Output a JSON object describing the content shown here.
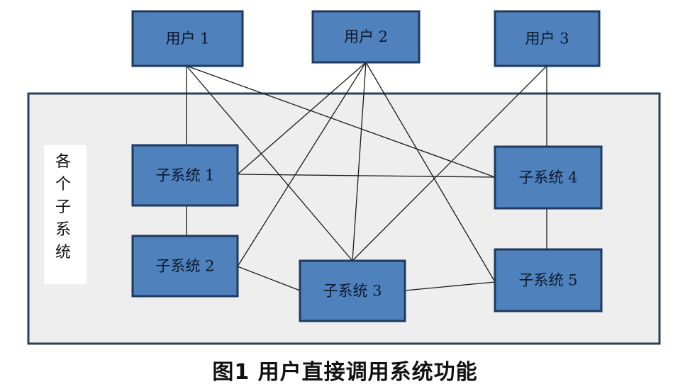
{
  "users": [
    {
      "id": "u1",
      "label": "用户 1"
    },
    {
      "id": "u2",
      "label": "用户 2"
    },
    {
      "id": "u3",
      "label": "用户 3"
    }
  ],
  "subsystems": [
    {
      "id": "s1",
      "label": "子系统 1"
    },
    {
      "id": "s2",
      "label": "子系统 2"
    },
    {
      "id": "s3",
      "label": "子系统 3"
    },
    {
      "id": "s4",
      "label": "子系统 4"
    },
    {
      "id": "s5",
      "label": "子系统 5"
    }
  ],
  "side_label": [
    "各",
    "个",
    "子",
    "系",
    "统"
  ],
  "edges": [
    [
      "u1",
      "s1"
    ],
    [
      "u1",
      "s3"
    ],
    [
      "u1",
      "s4"
    ],
    [
      "u2",
      "s1"
    ],
    [
      "u2",
      "s2"
    ],
    [
      "u2",
      "s3"
    ],
    [
      "u2",
      "s5"
    ],
    [
      "u3",
      "s3"
    ],
    [
      "u3",
      "s4"
    ],
    [
      "s1",
      "s2"
    ],
    [
      "s1",
      "s4"
    ],
    [
      "s2",
      "s3"
    ],
    [
      "s3",
      "s5"
    ],
    [
      "s4",
      "s5"
    ]
  ],
  "caption": "图1   用户直接调用系统功能"
}
